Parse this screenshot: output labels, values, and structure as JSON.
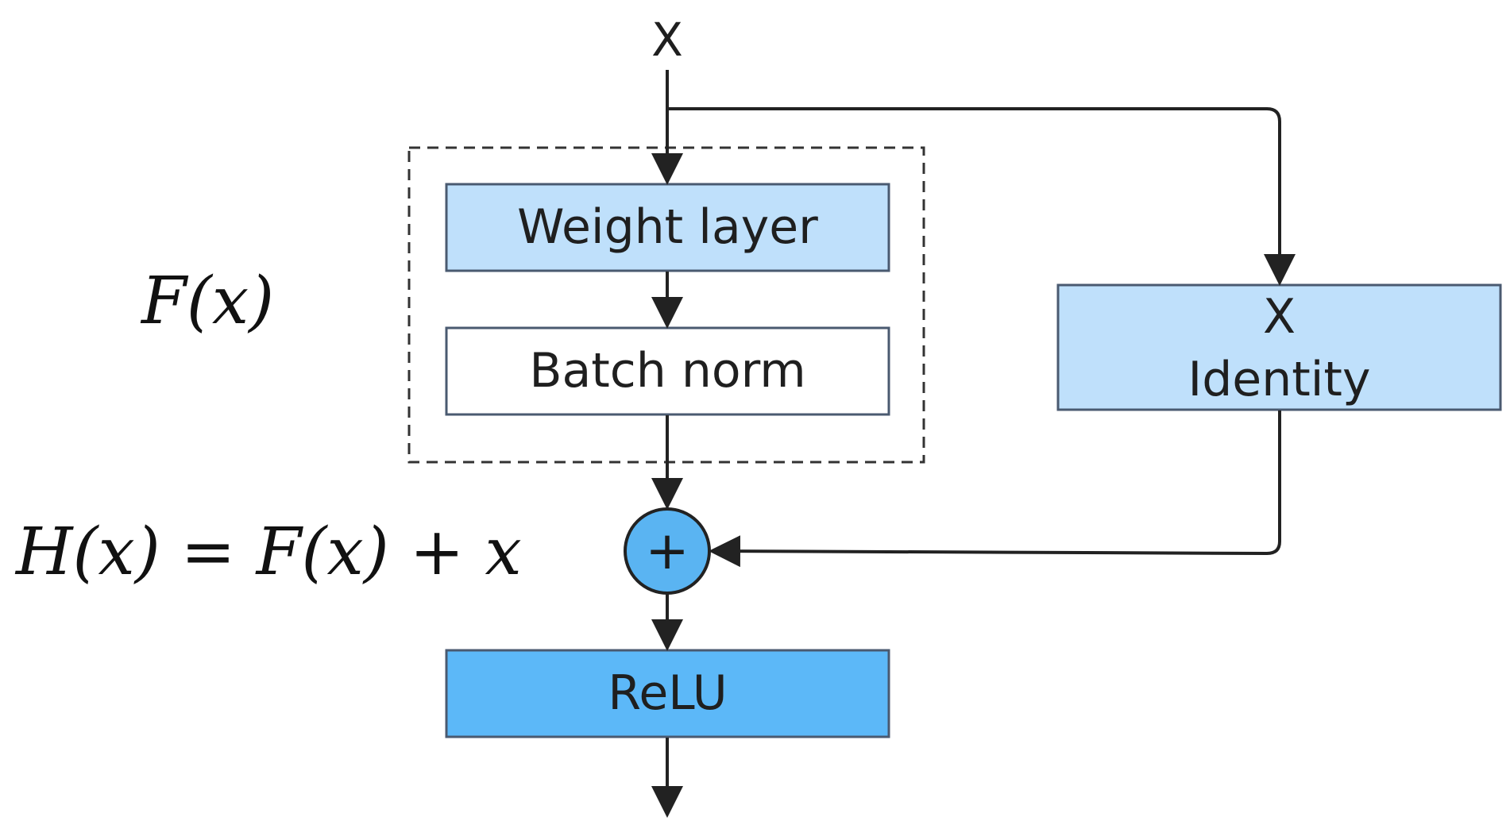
{
  "diagram": {
    "input_label": "X",
    "nodes": {
      "weight_layer": {
        "label": "Weight layer",
        "fill": "#bfe0fb"
      },
      "batch_norm": {
        "label": "Batch norm",
        "fill": "#ffffff"
      },
      "identity": {
        "label_top": "X",
        "label_bottom": "Identity",
        "fill": "#bfe0fb"
      },
      "add": {
        "symbol": "+",
        "fill": "#5ab4f2"
      },
      "relu": {
        "label": "ReLU",
        "fill": "#5cb8f8"
      }
    },
    "residual_label": "F(x)",
    "equation": "H(x) = F(x) + x",
    "stroke_color": "#222222",
    "box_border_color": "#4a5a70"
  }
}
